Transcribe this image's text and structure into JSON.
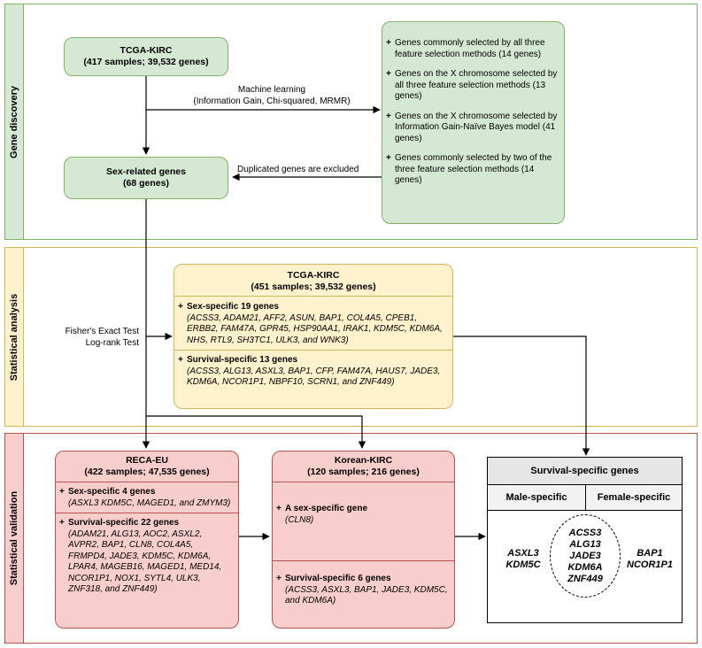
{
  "sections": {
    "gene_discovery": "Gene discovery",
    "statistical_analysis": "Statistical analysis",
    "statistical_validation": "Statistical validation"
  },
  "colors": {
    "green_fill": "#d5e8d4",
    "green_border": "#82b366",
    "yellow_fill": "#fff2cc",
    "yellow_border": "#d6b656",
    "red_fill": "#f8cecc",
    "red_border": "#b85450"
  },
  "tcga_top": {
    "title": "TCGA-KIRC",
    "subtitle": "(417 samples; 39,532 genes)"
  },
  "ml_label": {
    "line1": "Machine learning",
    "line2": "(Information Gain, Chi-squared, MRMR)"
  },
  "sex_related": {
    "title": "Sex-related genes",
    "subtitle": "(68 genes)"
  },
  "dup_label": "Duplicated genes are excluded",
  "selection_box": {
    "items": [
      {
        "plus": "+",
        "text": "Genes commonly selected by all three feature selection methods (14 genes)"
      },
      {
        "plus": "+",
        "text": "Genes on the X chromosome selected by all three feature selection methods (13 genes)"
      },
      {
        "plus": "+",
        "text": "Genes on the X chromosome selected by Information Gain-Naïve Bayes model (41 genes)"
      },
      {
        "plus": "+",
        "text": "Genes commonly selected by two of the three feature selection methods (14 genes)"
      }
    ]
  },
  "tests_label": {
    "line1": "Fisher's Exact Test",
    "line2": "Log-rank Test"
  },
  "tcga_analysis": {
    "title": "TCGA-KIRC",
    "subtitle": "(451 samples; 39,532 genes)",
    "sex_heading": "Sex-specific 19 genes",
    "sex_genes": "(ACSS3, ADAM21, AFF2, ASUN, BAP1, COL4A5, CPEB1, ERBB2, FAM47A, GPR45, HSP90AA1, IRAK1, KDM5C, KDM6A, NHS, RTL9, SH3TC1, ULK3, and WNK3)",
    "survival_heading": "Survival-specific 13 genes",
    "survival_genes": "(ACSS3, ALG13, ASXL3, BAP1, CFP, FAM47A, HAUS7, JADE3, KDM6A, NCOR1P1, NBPF10, SCRN1, and ZNF449)"
  },
  "reca_eu": {
    "title": "RECA-EU",
    "subtitle": "(422 samples; 47,535 genes)",
    "sex_heading": "Sex-specific 4 genes",
    "sex_genes": "(ASXL3 KDM5C, MAGED1, and ZMYM3)",
    "survival_heading": "Survival-specific 22 genes",
    "survival_genes": "(ADAM21, ALG13, AOC2, ASXL2, AVPR2, BAP1, CLN8, COL4A5, FRMPD4, JADE3, KDM5C, KDM6A, LPAR4, MAGEB16, MAGED1, MED14, NCOR1P1, NOX1, SYTL4, ULK3, ZNF318, and ZNF449)"
  },
  "korean_kirc": {
    "title": "Korean-KIRC",
    "subtitle": "(120 samples; 216 genes)",
    "sex_heading": "A sex-specific gene",
    "sex_genes": "(CLN8)",
    "survival_heading": "Survival-specific 6 genes",
    "survival_genes": "(ACSS3, ASXL3, BAP1, JADE3, KDM5C, and KDM6A)"
  },
  "survival_table": {
    "title": "Survival-specific genes",
    "male_header": "Male-specific",
    "female_header": "Female-specific",
    "male_genes": [
      "ASXL3",
      "KDM5C"
    ],
    "shared_genes": [
      "ACSS3",
      "ALG13",
      "JADE3",
      "KDM6A",
      "ZNF449"
    ],
    "female_genes": [
      "BAP1",
      "NCOR1P1"
    ]
  }
}
